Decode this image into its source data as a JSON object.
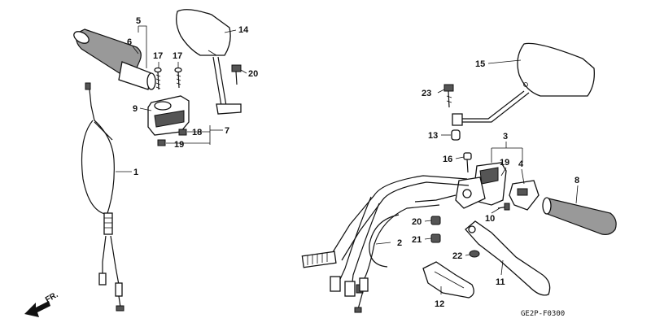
{
  "diagram": {
    "code": "GE2P-F0300",
    "direction_label": "FR.",
    "callouts": [
      {
        "id": "c1",
        "label": "1"
      },
      {
        "id": "c2",
        "label": "2"
      },
      {
        "id": "c3",
        "label": "3"
      },
      {
        "id": "c4",
        "label": "4"
      },
      {
        "id": "c5",
        "label": "5"
      },
      {
        "id": "c6",
        "label": "6"
      },
      {
        "id": "c7",
        "label": "7"
      },
      {
        "id": "c8",
        "label": "8"
      },
      {
        "id": "c9",
        "label": "9"
      },
      {
        "id": "c10",
        "label": "10"
      },
      {
        "id": "c11",
        "label": "11"
      },
      {
        "id": "c12",
        "label": "12"
      },
      {
        "id": "c13",
        "label": "13"
      },
      {
        "id": "c14",
        "label": "14"
      },
      {
        "id": "c15",
        "label": "15"
      },
      {
        "id": "c16",
        "label": "16"
      },
      {
        "id": "c17a",
        "label": "17"
      },
      {
        "id": "c17b",
        "label": "17"
      },
      {
        "id": "c18",
        "label": "18"
      },
      {
        "id": "c19a",
        "label": "19"
      },
      {
        "id": "c19b",
        "label": "19"
      },
      {
        "id": "c20a",
        "label": "20"
      },
      {
        "id": "c20b",
        "label": "20"
      },
      {
        "id": "c21",
        "label": "21"
      },
      {
        "id": "c22",
        "label": "22"
      },
      {
        "id": "c23",
        "label": "23"
      }
    ]
  }
}
